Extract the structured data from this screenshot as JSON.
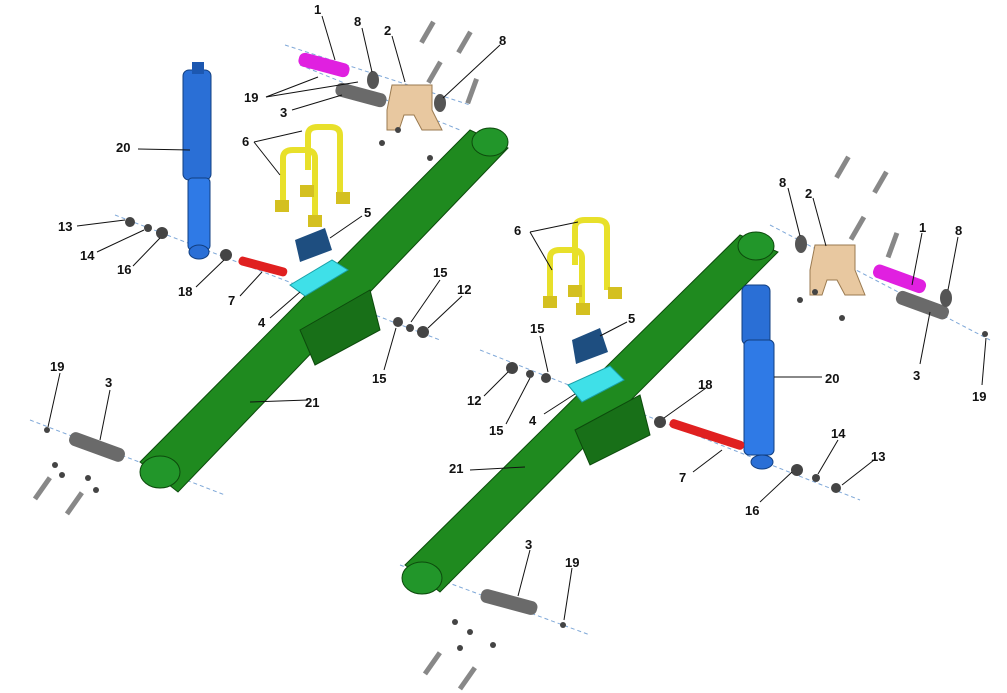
{
  "diagram": {
    "colors": {
      "leaf_spring": "#1f8a1f",
      "shock_absorber": "#2a6fd6",
      "u_bolt": "#e8e02a",
      "spacer_plate": "#3fe0e8",
      "pin_1": "#e020e0",
      "pin_3": "#6a6a6a",
      "pin_7": "#e02020",
      "bracket_2": "#e8c8a0",
      "wedge_5": "#1e4e80"
    },
    "left": {
      "labels": [
        "1",
        "8",
        "2",
        "8",
        "19",
        "3",
        "20",
        "6",
        "13",
        "14",
        "16",
        "5",
        "18",
        "7",
        "4",
        "15",
        "12",
        "15",
        "19",
        "3",
        "21"
      ]
    },
    "right": {
      "labels": [
        "8",
        "2",
        "1",
        "8",
        "6",
        "5",
        "15",
        "12",
        "15",
        "4",
        "18",
        "20",
        "3",
        "19",
        "21",
        "7",
        "14",
        "13",
        "16",
        "3",
        "19"
      ]
    }
  }
}
